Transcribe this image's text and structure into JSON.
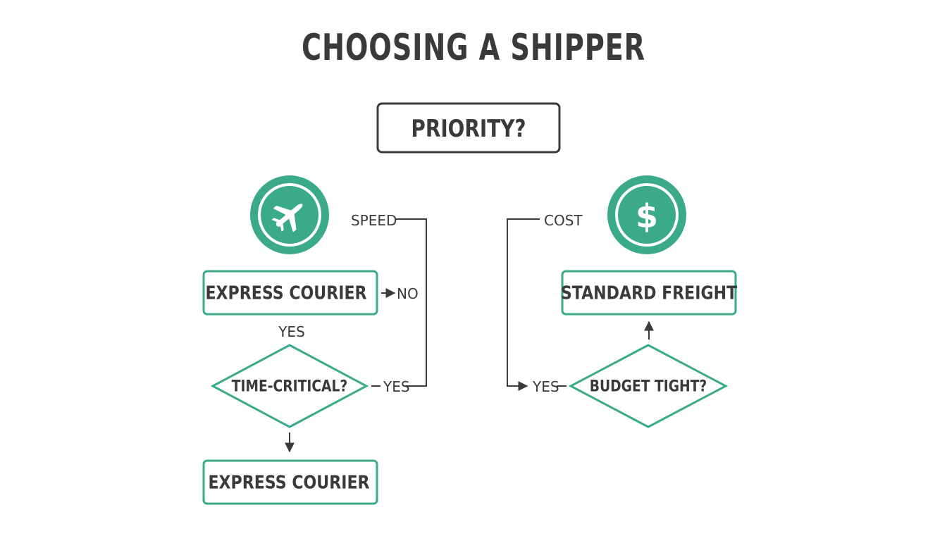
{
  "title": "CHOOSING A SHIPPER",
  "colors": {
    "accent": "#3aaa8a",
    "text": "#3a3a3a",
    "line": "#3a3a3a",
    "background": "#ffffff"
  },
  "nodes": {
    "priority": "PRIORITY?",
    "express_courier_top": "EXPRESS COURIER",
    "time_critical": "TIME-CRITICAL?",
    "express_courier_bottom": "EXPRESS COURIER",
    "standard_freight": "STANDARD FREIGHT",
    "budget_tight": "BUDGET TIGHT?"
  },
  "icons": {
    "speed": "airplane-icon",
    "cost": "dollar-icon"
  },
  "edge_labels": {
    "speed": "SPEED",
    "cost": "COST",
    "no_express": "NO",
    "yes_above_time_critical": "YES",
    "yes_time_critical_right": "YES",
    "yes_budget_left": "YES"
  }
}
